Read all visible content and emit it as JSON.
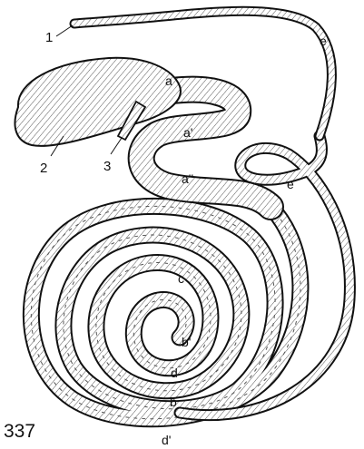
{
  "figure_number": "337",
  "labels": {
    "n1": "1",
    "n2": "2",
    "n3": "3",
    "a": "a",
    "a1": "a'",
    "a2": "a''",
    "b": "b",
    "b1": "b'",
    "c": "c",
    "d": "d",
    "d1": "d'",
    "e": "e",
    "e1": "e'"
  }
}
